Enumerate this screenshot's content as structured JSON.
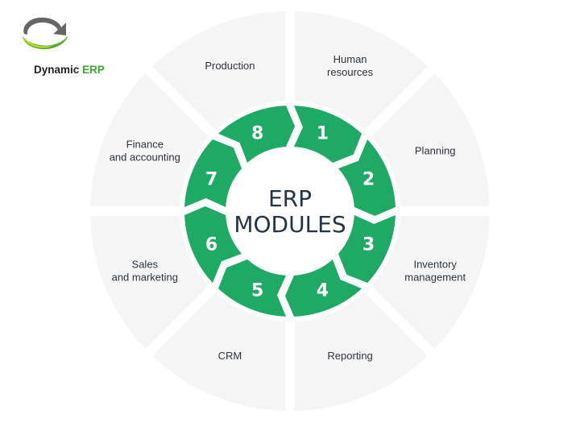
{
  "brand": {
    "name_part1": "Dynamic ",
    "name_part2": "ERP",
    "accent_color": "#3aa82f"
  },
  "center": {
    "line1": "ERP",
    "line2": "MODULES"
  },
  "colors": {
    "ring": "#1eaa64",
    "outer": "#f5f5f5",
    "text": "#2b3440",
    "center_text": "#233447"
  },
  "modules": [
    {
      "number": "1",
      "label_lines": [
        "Human",
        "resources"
      ]
    },
    {
      "number": "2",
      "label_lines": [
        "Planning"
      ]
    },
    {
      "number": "3",
      "label_lines": [
        "Inventory",
        "management"
      ]
    },
    {
      "number": "4",
      "label_lines": [
        "Reporting"
      ]
    },
    {
      "number": "5",
      "label_lines": [
        "CRM"
      ]
    },
    {
      "number": "6",
      "label_lines": [
        "Sales",
        "and marketing"
      ]
    },
    {
      "number": "7",
      "label_lines": [
        "Finance",
        "and accounting"
      ]
    },
    {
      "number": "8",
      "label_lines": [
        "Production"
      ]
    }
  ]
}
